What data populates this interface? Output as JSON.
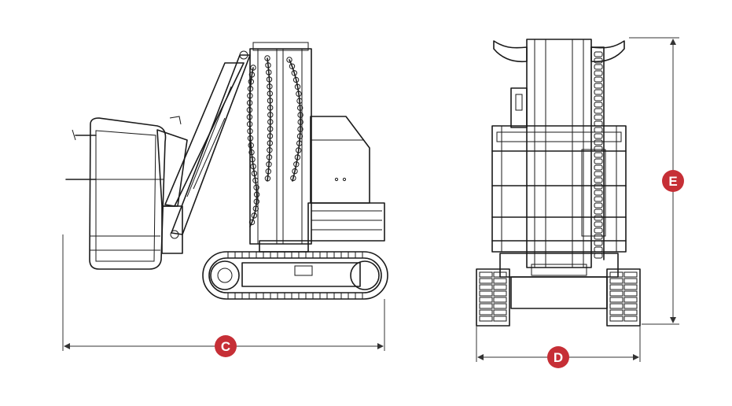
{
  "colors": {
    "line": "#1a1a1a",
    "badge": "#c62f36",
    "badge_text": "#ffffff",
    "background": "#ffffff"
  },
  "dimensions": {
    "length": {
      "label": "C"
    },
    "width": {
      "label": "D"
    },
    "height": {
      "label": "E"
    }
  }
}
